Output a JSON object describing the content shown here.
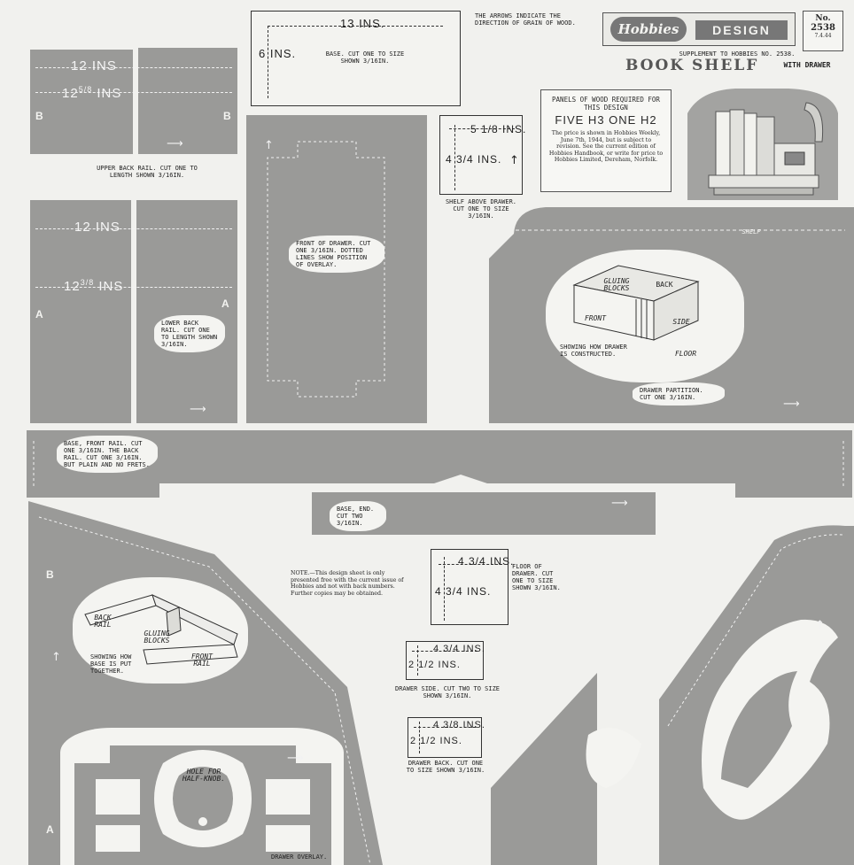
{
  "header": {
    "grain_note": "THE ARROWS INDICATE THE DIRECTION OF GRAIN OF WOOD.",
    "brand_logo": "Hobbies",
    "design_word": "DESIGN",
    "number_label": "No.",
    "number_value": "2538",
    "number_date": "7.4.44",
    "supplement": "SUPPLEMENT TO HOBBIES No. 2538.",
    "title_main": "BOOK SHELF",
    "title_sub": "WITH DRAWER"
  },
  "panels_box": {
    "heading": "PANELS OF WOOD REQUIRED FOR THIS DESIGN",
    "panels": "FIVE H3  ONE H2",
    "body": "The price is shown in Hobbies Weekly, June 7th, 1944, but is subject to revision. See the current edition of Hobbies Handbook, or write for price to Hobbies Limited, Dereham, Norfolk."
  },
  "pieces": {
    "base": {
      "dim_w": "13 INS.",
      "dim_h": "6 INS.",
      "label": "BASE. CUT ONE TO SIZE SHOWN 3/16in."
    },
    "upper_back_rail": {
      "dim1": "12 INS",
      "dim2_main": "12",
      "dim2_frac": "5/8",
      "dim2_unit": "INS",
      "end_letter": "B",
      "label": "UPPER BACK RAIL. CUT ONE TO LENGTH SHOWN 3/16in."
    },
    "lower_back_rail": {
      "dim1": "12 INS",
      "dim2_main": "12",
      "dim2_frac": "3/8",
      "dim2_unit": "INS",
      "end_letter": "A",
      "label": "LOWER BACK RAIL. CUT ONE TO LENGTH SHOWN 3/16in."
    },
    "front_of_drawer": {
      "label": "FRONT OF DRAWER. CUT ONE 3/16in. DOTTED LINES SHOW POSITION OF OVERLAY."
    },
    "shelf_above_drawer": {
      "dim_w": "5 1/8 INS.",
      "dim_h": "4 3/4 INS.",
      "label": "SHELF ABOVE DRAWER. CUT ONE TO SIZE 3/16in."
    },
    "drawer_partition": {
      "shelf_word": "SHELF",
      "label": "DRAWER PARTITION. CUT ONE 3/16in.",
      "diagram_labels": [
        "GLUING BLOCKS",
        "BACK",
        "FRONT",
        "SIDE",
        "FLOOR"
      ],
      "diagram_caption": "SHOWING HOW DRAWER IS CONSTRUCTED."
    },
    "base_front_rail": {
      "label": "BASE, FRONT RAIL. CUT ONE 3/16in. THE BACK RAIL. CUT ONE 3/16in. BUT PLAIN AND NO FRETS."
    },
    "base_end": {
      "label": "BASE, END. CUT TWO 3/16in."
    },
    "note": "NOTE.—This design sheet is only presented free with the current issue of Hobbies and not with back numbers. Further copies may be obtained.",
    "floor_of_drawer": {
      "dim_w": "4 3/4 INS.",
      "dim_h": "4 3/4 INS.",
      "label": "FLOOR OF DRAWER. CUT ONE TO SIZE SHOWN 3/16in."
    },
    "drawer_side": {
      "dim_w": "4 3/4 INS.",
      "dim_h": "2 1/2 INS.",
      "label": "DRAWER SIDE. CUT TWO TO SIZE SHOWN 3/16in."
    },
    "drawer_back": {
      "dim_w": "4 3/8 INS.",
      "dim_h": "2 1/2 INS.",
      "label": "DRAWER BACK. CUT ONE TO SIZE SHOWN 3/16in."
    },
    "base_diagram": {
      "labels": [
        "BACK RAIL",
        "GLUING BLOCKS",
        "FRONT RAIL"
      ],
      "caption": "SHOWING HOW BASE IS PUT TOGETHER.",
      "letter_b": "B",
      "letter_a": "A"
    },
    "drawer_overlay": {
      "hole_label": "HOLE FOR HALF-KNOB.",
      "label": "DRAWER OVERLAY."
    }
  },
  "colors": {
    "paper": "#f1f1ee",
    "wood": "#9a9a98"
  }
}
